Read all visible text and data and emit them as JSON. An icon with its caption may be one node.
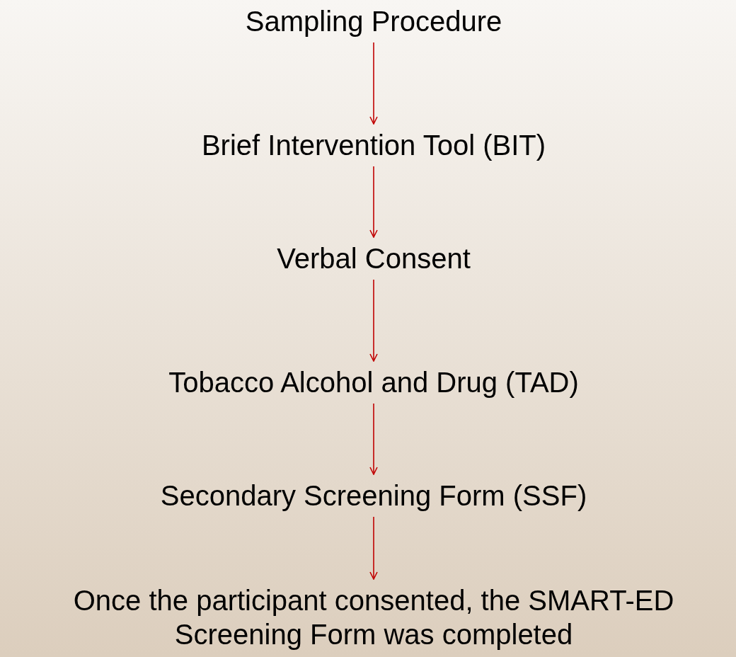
{
  "diagram": {
    "nodes": [
      {
        "text": [
          "Sampling Procedure"
        ]
      },
      {
        "text": [
          "Brief Intervention Tool (BIT)"
        ]
      },
      {
        "text": [
          "Verbal Consent"
        ]
      },
      {
        "text": [
          "Tobacco Alcohol and Drug (TAD)"
        ]
      },
      {
        "text": [
          "Secondary Screening Form (SSF)"
        ]
      },
      {
        "text": [
          "Once the participant consented, the SMART-ED Screening Form was completed"
        ]
      }
    ],
    "edges": [
      {
        "from": 0,
        "to": 1,
        "arrow": "to"
      },
      {
        "from": 1,
        "to": 2,
        "arrow": "to"
      },
      {
        "from": 2,
        "to": 3,
        "arrow": "to"
      },
      {
        "from": 3,
        "to": 4,
        "arrow": "to"
      },
      {
        "from": 4,
        "to": 5,
        "arrow": "to"
      }
    ]
  }
}
